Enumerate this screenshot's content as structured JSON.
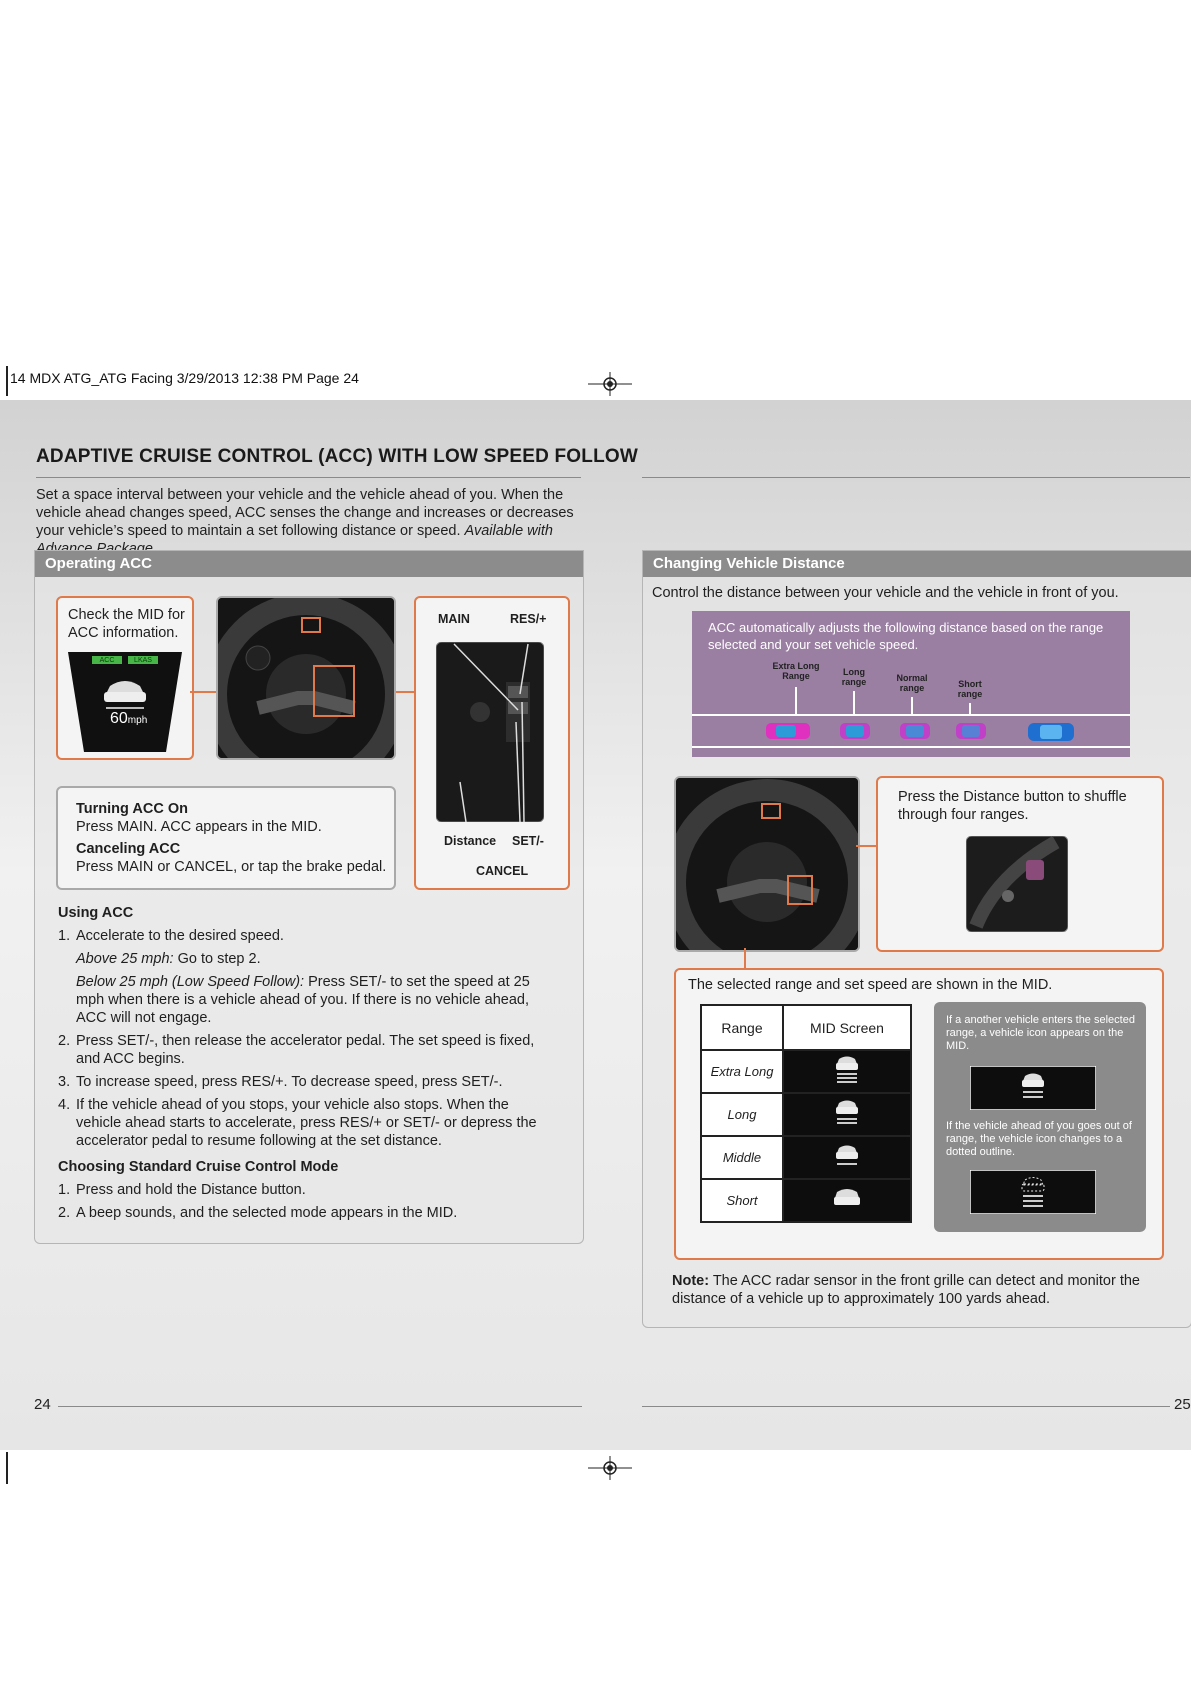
{
  "slug": "14 MDX ATG_ATG Facing  3/29/2013  12:38 PM  Page 24",
  "title": "ADAPTIVE CRUISE CONTROL (ACC) WITH LOW SPEED FOLLOW",
  "intro": {
    "text": "Set a space interval between your vehicle and the vehicle ahead of you. When the vehicle ahead changes speed, ACC senses the change and increases or decreases your vehicle’s speed to maintain a set following distance or speed.",
    "note": "Available with Advance Package."
  },
  "left": {
    "header": "Operating ACC",
    "mid_box": {
      "text": "Check the MID for ACC information.",
      "acc_tag": "ACC",
      "lkas_tag": "LKAS",
      "speed": "60",
      "unit": "mph"
    },
    "buttons": {
      "main": "MAIN",
      "res": "RES/+",
      "distance": "Distance",
      "set": "SET/-",
      "cancel": "CANCEL"
    },
    "on_off": {
      "on_title": "Turning ACC On",
      "on_text": "Press MAIN. ACC appears in the MID.",
      "off_title": "Canceling ACC",
      "off_text": "Press MAIN or CANCEL, or tap the brake pedal."
    },
    "using": {
      "title": "Using ACC",
      "s1_num": "1.",
      "s1": "Accelerate to the desired speed.",
      "s1a_em": "Above 25 mph:",
      "s1a": " Go to step 2.",
      "s1b_em": "Below 25 mph (Low Speed Follow):",
      "s1b": " Press SET/- to set the speed at 25 mph when there is a vehicle ahead of you. If there is no vehicle ahead, ACC will not engage.",
      "s2_num": "2.",
      "s2": "Press SET/-, then release the accelerator pedal. The set speed is fixed, and ACC begins.",
      "s3_num": "3.",
      "s3": "To increase speed, press RES/+. To decrease speed, press SET/-.",
      "s4_num": "4.",
      "s4": "If the vehicle ahead of you stops, your vehicle also stops. When the vehicle ahead starts to accelerate, press RES/+ or SET/- or depress the accelerator pedal to resume following at the set distance."
    },
    "standard": {
      "title": "Choosing Standard Cruise Control Mode",
      "s1_num": "1.",
      "s1": "Press and hold the Distance button.",
      "s2_num": "2.",
      "s2": "A beep sounds, and the selected mode appears in the MID."
    }
  },
  "right": {
    "header": "Changing Vehicle Distance",
    "intro": "Control the distance between your vehicle and the vehicle in front of you.",
    "range_box": {
      "text": "ACC automatically adjusts the following distance based on the range selected and your set vehicle speed.",
      "extra_long": "Extra Long Range",
      "long": "Long range",
      "normal": "Normal range",
      "short": "Short range"
    },
    "press_text": "Press the Distance button to shuffle through four ranges.",
    "shown_text": "The selected range and set speed are shown in the MID.",
    "table": {
      "col1": "Range",
      "col2": "MID Screen",
      "rows": [
        "Extra Long",
        "Long",
        "Middle",
        "Short"
      ]
    },
    "grey_info": {
      "enter": "If a another vehicle enters the selected range, a vehicle icon appears on the MID.",
      "exit": "If the vehicle ahead of you goes out of range, the vehicle icon changes to a dotted outline."
    },
    "note_label": "Note:",
    "note": " The ACC radar sensor in the front grille can detect and monitor the distance of a vehicle up to approximately 100 yards ahead."
  },
  "page_left": "24",
  "page_right": "25",
  "colors": {
    "accent": "#e07a4a",
    "header_grey": "#8c8c8c",
    "range_purple": "#9a7fa3"
  }
}
